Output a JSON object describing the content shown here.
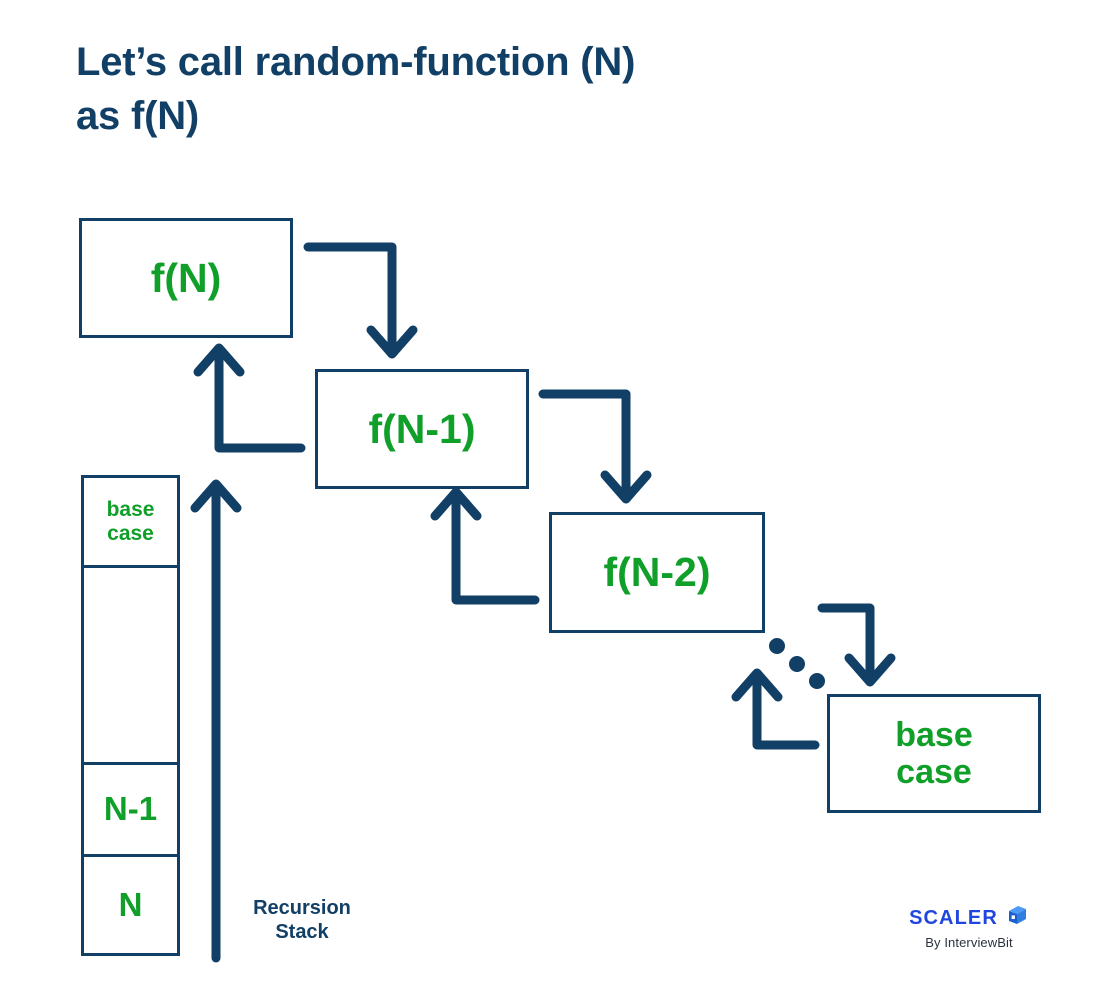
{
  "page": {
    "background": "#ffffff",
    "navy": "#123f66",
    "green": "#10a029",
    "logo_blue": "#2046e0"
  },
  "title": {
    "text": "Let’s call random-function (N)\nas f(N)"
  },
  "diagram": {
    "type": "recursion-call-stack",
    "boxes": [
      {
        "id": "fn",
        "label": "f(N)"
      },
      {
        "id": "fn1",
        "label": "f(N-1)"
      },
      {
        "id": "fn2",
        "label": "f(N-2)"
      },
      {
        "id": "base_case",
        "label": "base\ncase"
      }
    ],
    "ellipsis_dots": 3,
    "arrows": [
      {
        "from": "fn",
        "to": "fn1",
        "direction": "down-right",
        "meaning": "recursive-call"
      },
      {
        "from": "fn1",
        "to": "fn2",
        "direction": "down-right",
        "meaning": "recursive-call"
      },
      {
        "from": "fn2",
        "to": "base_case",
        "direction": "down-right",
        "meaning": "recursive-call"
      },
      {
        "from": "base_case",
        "to": "fn2",
        "direction": "up-left",
        "meaning": "return"
      },
      {
        "from": "fn2",
        "to": "fn1",
        "direction": "up-left",
        "meaning": "return"
      },
      {
        "from": "fn1",
        "to": "fn",
        "direction": "up-left",
        "meaning": "return"
      },
      {
        "from": "stack",
        "to": "stack-top",
        "direction": "up",
        "meaning": "stack-growth"
      }
    ]
  },
  "stack": {
    "caption": "Recursion\nStack",
    "cells": [
      {
        "label": "base\ncase"
      },
      {
        "label": ""
      },
      {
        "label": "N-1"
      },
      {
        "label": "N"
      }
    ]
  },
  "logo": {
    "wordmark": "SCALER",
    "tagline": "By InterviewBit",
    "icon": "cube-icon"
  }
}
